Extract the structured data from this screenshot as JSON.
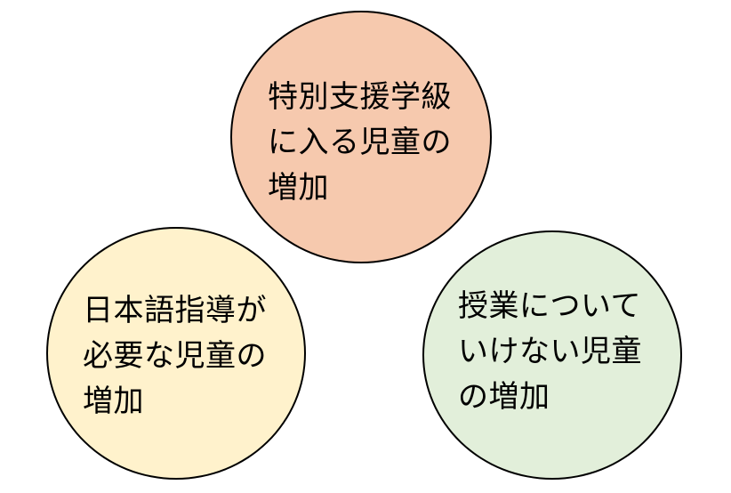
{
  "diagram": {
    "circles": [
      {
        "id": "top",
        "text": "特別支援学級\nに入る児童の\n増加",
        "fill": "#f6c9ae"
      },
      {
        "id": "left",
        "text": "日本語指導が\n必要な児童の\n増加",
        "fill": "#fff2cc"
      },
      {
        "id": "right",
        "text": "授業について\nいけない児童\nの増加",
        "fill": "#e2efda"
      }
    ]
  }
}
